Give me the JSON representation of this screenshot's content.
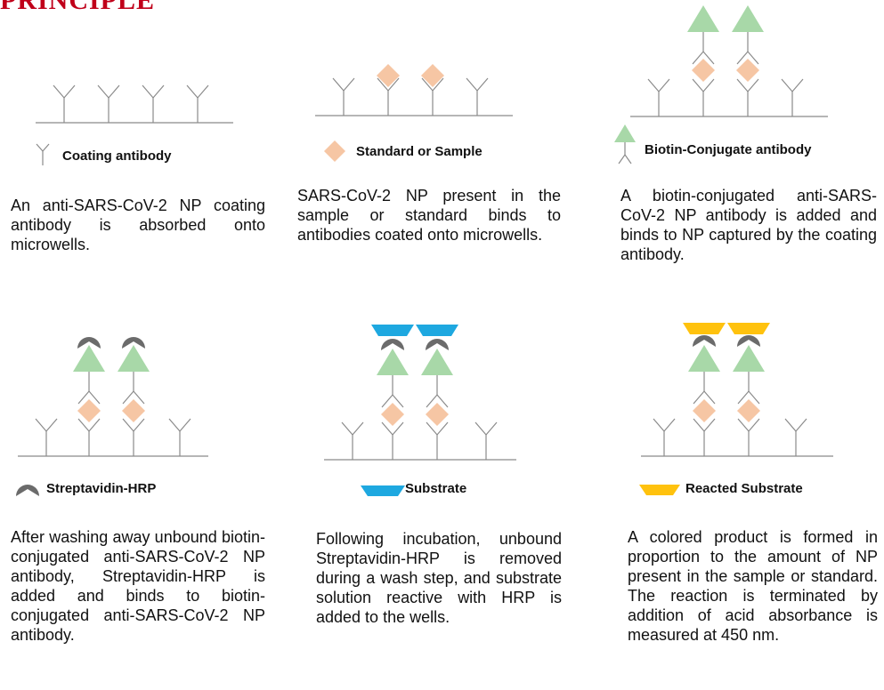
{
  "header": {
    "title": "PRINCIPLE"
  },
  "colors": {
    "sample": "#F6C6A4",
    "conjugate": "#A8D8A8",
    "streptavidin": "#6B6B6B",
    "substrate": "#1EA8E0",
    "reacted_substrate": "#FFC20E",
    "line": "#8A8A8A"
  },
  "steps": [
    {
      "legend": "Coating antibody",
      "legend_icon": "coating-antibody-icon",
      "text": "An anti-SARS-CoV-2 NP coating antibody is absorbed onto microwells."
    },
    {
      "legend": "Standard or Sample",
      "legend_icon": "sample-diamond-icon",
      "text": "SARS-CoV-2 NP present in the sample or standard binds to antibodies coated onto microwells."
    },
    {
      "legend": "Biotin-Conjugate antibody",
      "legend_icon": "biotin-conjugate-icon",
      "text": "A biotin-conjugated anti-SARS-CoV-2 NP antibody is added and binds to NP captured by the coating antibody."
    },
    {
      "legend": "Streptavidin-HRP",
      "legend_icon": "streptavidin-hrp-icon",
      "text": "After washing away unbound biotin-conjugated anti-SARS-CoV-2 NP antibody, Streptavidin-HRP is added and binds to biotin-conjugated anti-SARS-CoV-2 NP antibody."
    },
    {
      "legend": "Substrate",
      "legend_icon": "substrate-icon",
      "text": "Following incubation, unbound Streptavidin-HRP is removed during a wash step, and substrate solution reactive with HRP is added to the wells."
    },
    {
      "legend": "Reacted Substrate",
      "legend_icon": "reacted-substrate-icon",
      "text": "A colored product is formed in proportion to the amount of NP present in the sample or standard. The reaction is terminated by addition of acid absorbance is measured at 450 nm."
    }
  ]
}
